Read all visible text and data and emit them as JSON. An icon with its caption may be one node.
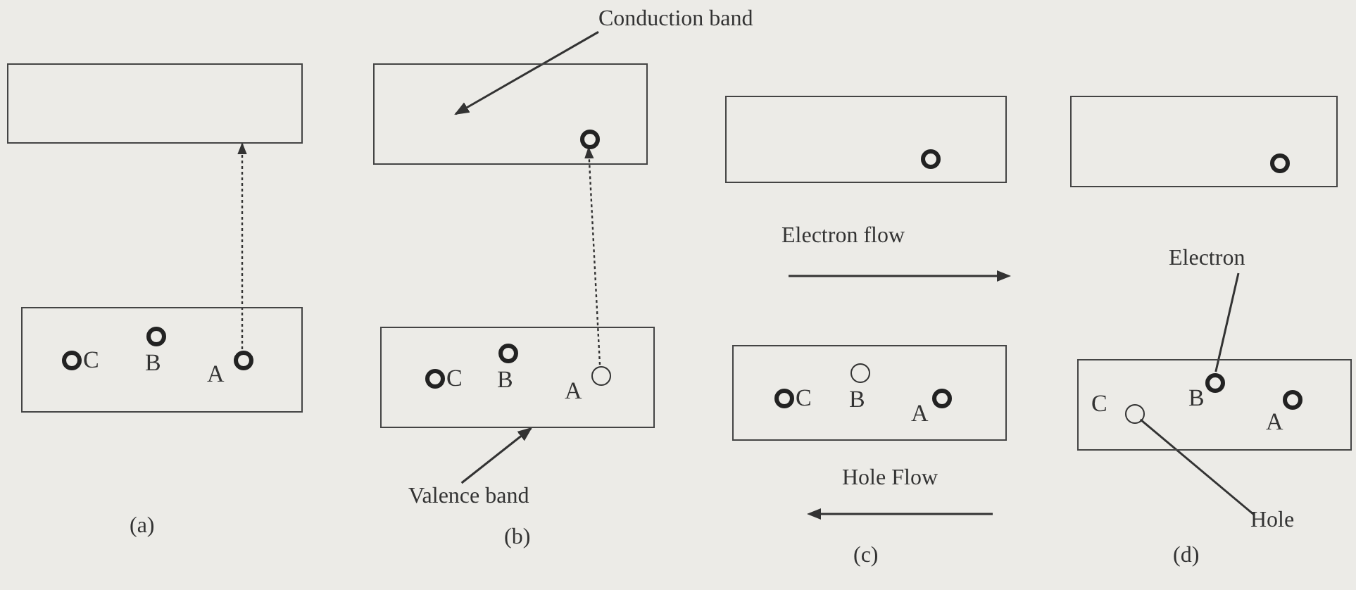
{
  "diagram": {
    "nodes": [
      {
        "text": [
          "Conduction band"
        ]
      },
      {
        "text": [],
        "shape": "box"
      },
      {
        "text": [],
        "shape": "box"
      },
      {
        "text": [],
        "shape": "circle",
        "in": 2
      },
      {
        "text": [],
        "shape": "box"
      },
      {
        "text": [],
        "shape": "circle",
        "in": 4
      },
      {
        "text": [],
        "shape": "box"
      },
      {
        "text": [],
        "shape": "circle",
        "in": 6
      },
      {
        "text": [
          "Electron"
        ]
      },
      {
        "text": [],
        "shape": "box"
      },
      {
        "text": [],
        "shape": "circle",
        "in": 9,
        "beside": [
          "C"
        ]
      },
      {
        "text": [],
        "shape": "circle",
        "in": 9,
        "beside": [
          "B"
        ]
      },
      {
        "text": [],
        "shape": "circle",
        "in": 9,
        "beside": [
          "A"
        ]
      },
      {
        "text": [],
        "shape": "box"
      },
      {
        "text": [],
        "shape": "circle",
        "in": 13,
        "beside": [
          "C"
        ]
      },
      {
        "text": [],
        "shape": "circle",
        "in": 13,
        "beside": [
          "B"
        ]
      },
      {
        "text": [],
        "shape": "circle",
        "in": 13,
        "beside": [
          "A"
        ]
      },
      {
        "text": [],
        "shape": "box"
      },
      {
        "text": [],
        "shape": "circle",
        "in": 17,
        "beside": [
          "C"
        ]
      },
      {
        "text": [],
        "shape": "circle",
        "in": 17,
        "beside": [
          "B"
        ]
      },
      {
        "text": [],
        "shape": "circle",
        "in": 17,
        "beside": [
          "A"
        ]
      },
      {
        "text": [],
        "shape": "box"
      },
      {
        "text": [],
        "shape": "circle",
        "in": 21,
        "beside": [
          "C"
        ]
      },
      {
        "text": [],
        "shape": "circle",
        "in": 21,
        "beside": [
          "B"
        ]
      },
      {
        "text": [],
        "shape": "circle",
        "in": 21,
        "beside": [
          "A"
        ]
      },
      {
        "text": [
          "Valence band"
        ]
      },
      {
        "text": [
          "Hole"
        ]
      }
    ],
    "edges": [
      {
        "from": 12,
        "to": 1,
        "arrow": "to",
        "style": "dashed"
      },
      {
        "from": 16,
        "to": 3,
        "arrow": "to",
        "style": "dashed"
      },
      {
        "from": 0,
        "to": 2,
        "arrow": "to"
      },
      {
        "from": 25,
        "to": 13,
        "arrow": "to"
      },
      {
        "from": 8,
        "to": 23,
        "arrow": "none"
      },
      {
        "from": 26,
        "to": 22,
        "arrow": "none"
      }
    ],
    "labels": [
      "Electron flow",
      "Hole Flow",
      "(a)",
      "(b)",
      "(c)",
      "(d)"
    ]
  }
}
